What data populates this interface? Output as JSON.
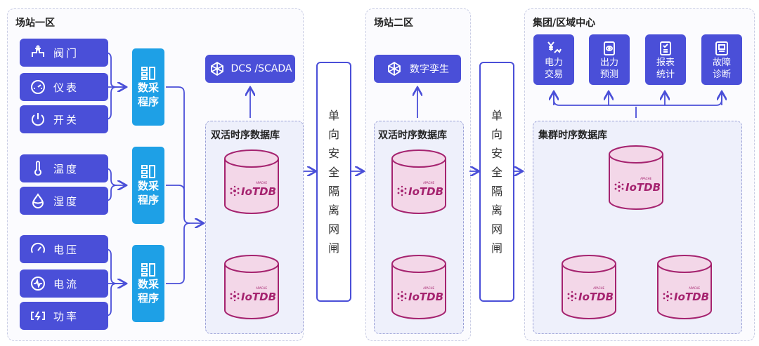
{
  "zones": {
    "zone1_title": "场站一区",
    "zone2_title": "场站二区",
    "zone3_title": "集团/区域中心"
  },
  "devices": [
    {
      "label": "阀门",
      "icon": "valve-icon"
    },
    {
      "label": "仪表",
      "icon": "meter-icon"
    },
    {
      "label": "开关",
      "icon": "power-switch-icon"
    },
    {
      "label": "温度",
      "icon": "thermometer-icon"
    },
    {
      "label": "湿度",
      "icon": "water-drop-icon"
    },
    {
      "label": "电压",
      "icon": "gauge-icon"
    },
    {
      "label": "电流",
      "icon": "current-wave-icon"
    },
    {
      "label": "功率",
      "icon": "power-plug-icon"
    }
  ],
  "acquisition": {
    "line1": "数采",
    "line2": "程序"
  },
  "dcs_label": "DCS /SCADA",
  "digital_twin_label": "数字孪生",
  "db_active_title": "双活时序数据库",
  "cluster_title": "集群时序数据库",
  "gateway_text": [
    "单",
    "向",
    "安",
    "全",
    "隔",
    "离",
    "网",
    "闸"
  ],
  "apps": [
    {
      "line1": "电力",
      "line2": "交易",
      "icon": "yen-trend-icon"
    },
    {
      "line1": "出力",
      "line2": "预测",
      "icon": "eye-doc-icon"
    },
    {
      "line1": "报表",
      "line2": "统计",
      "icon": "report-list-icon"
    },
    {
      "line1": "故障",
      "line2": "诊断",
      "icon": "diagnosis-icon"
    }
  ],
  "db_brand": "IoTDB",
  "db_brand_small": "APACHE",
  "colors": {
    "primary": "#4a4fd8",
    "acq": "#1ea0e6",
    "db_fill": "#f3d7e8",
    "db_stroke": "#a5236f",
    "line": "#4a4fd8"
  }
}
